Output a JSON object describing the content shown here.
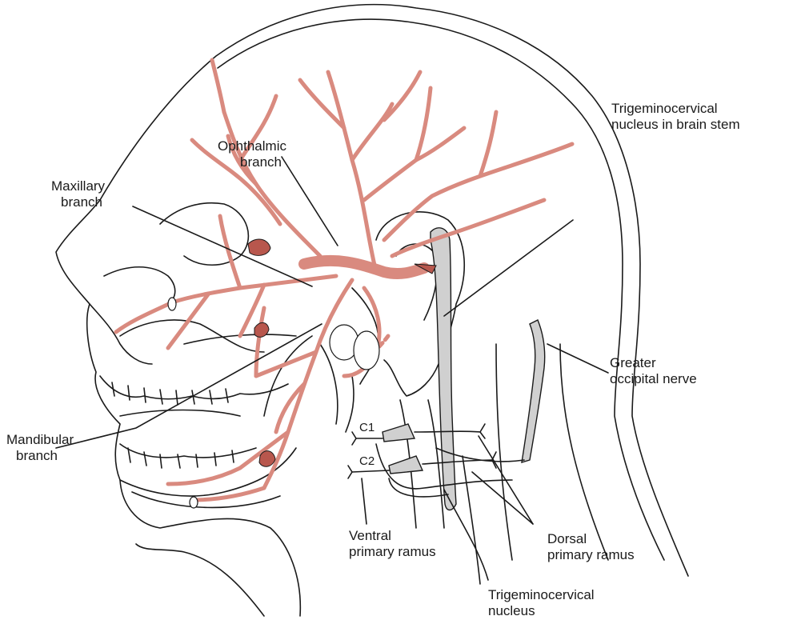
{
  "labels": {
    "trigeminocervical_brain_stem": [
      "Trigeminocervical",
      "nucleus in brain stem"
    ],
    "ophthalmic": [
      "Ophthalmic",
      "branch"
    ],
    "maxillary": [
      "Maxillary",
      "branch"
    ],
    "mandibular": [
      "Mandibular",
      "branch"
    ],
    "greater_occipital": [
      "Greater",
      "occipital nerve"
    ],
    "c1": "C1",
    "c2": "C2",
    "ventral": [
      "Ventral",
      "primary ramus"
    ],
    "dorsal": [
      "Dorsal",
      "primary ramus"
    ],
    "trigeminocervical_nucleus": [
      "Trigeminocervical",
      "nucleus"
    ]
  },
  "colors": {
    "nerve": "#d98a7f",
    "nerve_dark": "#b8574d",
    "outline": "#1a1a1a",
    "nucleus": "#d0d0d0"
  }
}
